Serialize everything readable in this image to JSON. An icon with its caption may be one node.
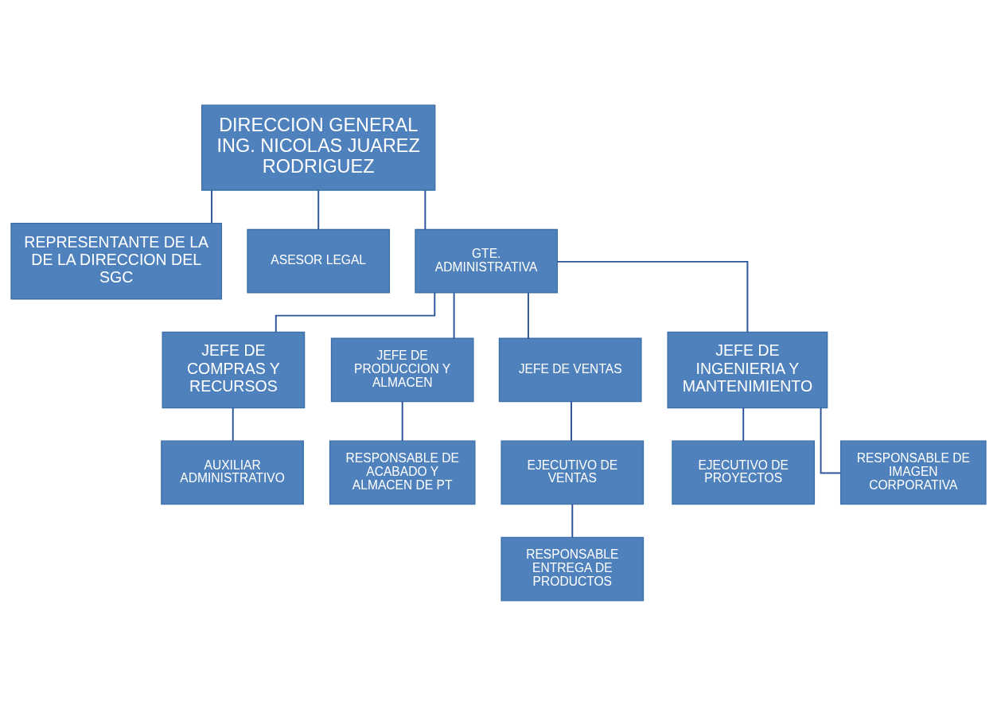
{
  "diagram": {
    "nodes": [
      {
        "text": [
          "DIRECCION GENERAL ING. NICOLAS JUAREZ RODRIGUEZ"
        ]
      },
      {
        "text": [
          "REPRESENTANTE DE LA DE LA DIRECCION DEL SGC"
        ]
      },
      {
        "text": [
          "ASESOR LEGAL"
        ]
      },
      {
        "text": [
          "GTE. ADMINISTRATIVA"
        ]
      },
      {
        "text": [
          "JEFE DE COMPRAS Y RECURSOS"
        ]
      },
      {
        "text": [
          "JEFE DE PRODUCCION Y ALMACEN"
        ]
      },
      {
        "text": [
          "JEFE DE VENTAS"
        ]
      },
      {
        "text": [
          "JEFE DE INGENIERIA Y MANTENIMIENTO"
        ]
      },
      {
        "text": [
          "AUXILIAR ADMINISTRATIVO"
        ]
      },
      {
        "text": [
          "RESPONSABLE DE ACABADO Y ALMACEN DE PT"
        ]
      },
      {
        "text": [
          "EJECUTIVO DE VENTAS"
        ]
      },
      {
        "text": [
          "RESPONSABLE ENTREGA DE PRODUCTOS"
        ]
      },
      {
        "text": [
          "EJECUTIVO DE PROYECTOS"
        ]
      },
      {
        "text": [
          "RESPONSABLE DE IMAGEN CORPORATIVA"
        ]
      }
    ],
    "edges": [
      {
        "from": 0,
        "to": 1,
        "arrow": "none"
      },
      {
        "from": 0,
        "to": 2,
        "arrow": "none"
      },
      {
        "from": 0,
        "to": 3,
        "arrow": "none"
      },
      {
        "from": 3,
        "to": 4,
        "arrow": "none"
      },
      {
        "from": 3,
        "to": 5,
        "arrow": "none"
      },
      {
        "from": 3,
        "to": 6,
        "arrow": "none"
      },
      {
        "from": 3,
        "to": 7,
        "arrow": "none"
      },
      {
        "from": 4,
        "to": 8,
        "arrow": "none"
      },
      {
        "from": 5,
        "to": 9,
        "arrow": "none"
      },
      {
        "from": 6,
        "to": 10,
        "arrow": "none"
      },
      {
        "from": 10,
        "to": 11,
        "arrow": "none"
      },
      {
        "from": 7,
        "to": 12,
        "arrow": "none"
      },
      {
        "from": 7,
        "to": 13,
        "arrow": "none"
      }
    ]
  }
}
